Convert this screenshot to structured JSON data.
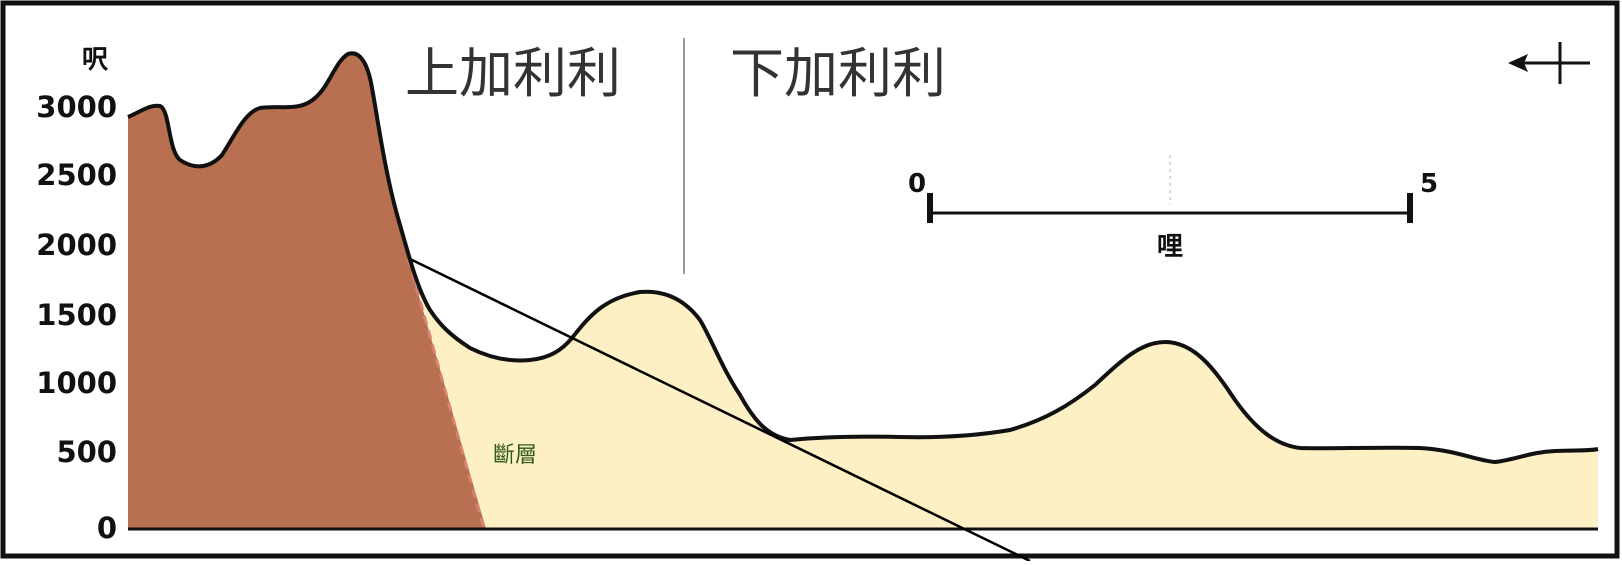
{
  "diagram": {
    "y_axis": {
      "unit": "呎",
      "ticks": [
        "3000",
        "2500",
        "2000",
        "1500",
        "1000",
        "500",
        "0"
      ]
    },
    "regions": {
      "left": "上加利利",
      "right": "下加利利"
    },
    "fault_label": "斷層",
    "scale_bar": {
      "start": "0",
      "end": "5",
      "unit": "哩"
    },
    "north_arrow_glyph": "←+",
    "colors": {
      "upper_galilee_rock": "#b87050",
      "lower_galilee_rock": "#fdf0c4",
      "fault_line": "#d9826f",
      "outline": "#111111"
    }
  }
}
